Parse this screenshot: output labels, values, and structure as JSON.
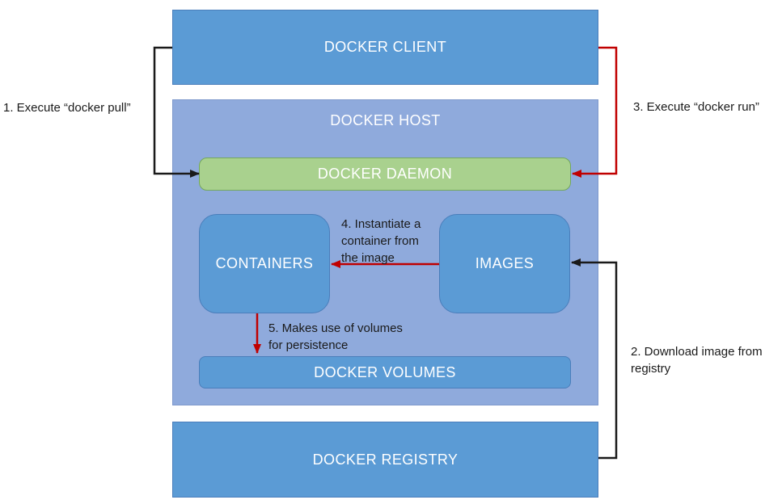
{
  "title": "Docker architecture diagram",
  "colors": {
    "page_bg": "#ffffff",
    "box_blue": "#5b9bd5",
    "box_blue_border": "#4a7ebb",
    "host_blue": "#8faadc",
    "host_blue_border": "#7e99cc",
    "daemon_green": "#a9d18e",
    "daemon_green_border": "#74a85c",
    "arrow_black": "#1a1a1a",
    "arrow_red": "#c00000",
    "box_label": "#ffffff",
    "annotation": "#1a1a1a"
  },
  "nodes": {
    "client": {
      "label": "DOCKER CLIENT"
    },
    "host": {
      "label": "DOCKER HOST"
    },
    "daemon": {
      "label": "DOCKER DAEMON"
    },
    "containers": {
      "label": "CONTAINERS"
    },
    "images": {
      "label": "IMAGES"
    },
    "volumes": {
      "label": "DOCKER VOLUMES"
    },
    "registry": {
      "label": "DOCKER REGISTRY"
    }
  },
  "annotations": {
    "step1": {
      "lines": [
        "1. Execute “docker pull”"
      ]
    },
    "step2": {
      "lines": [
        "2. Download image from",
        "registry"
      ]
    },
    "step3": {
      "lines": [
        "3. Execute “docker run”"
      ]
    },
    "step4": {
      "lines": [
        "4. Instantiate a",
        "container from",
        "the image"
      ]
    },
    "step5": {
      "lines": [
        "5. Makes use of volumes",
        "for persistence"
      ]
    }
  },
  "edges": [
    {
      "from": "client",
      "to": "daemon",
      "color": "black",
      "annotation": "1. Execute “docker pull”"
    },
    {
      "from": "registry",
      "to": "images",
      "color": "black",
      "annotation": "2. Download image from registry"
    },
    {
      "from": "client",
      "to": "daemon",
      "color": "red",
      "annotation": "3. Execute “docker run”"
    },
    {
      "from": "images",
      "to": "containers",
      "color": "red",
      "annotation": "4. Instantiate a container from the image"
    },
    {
      "from": "containers",
      "to": "volumes",
      "color": "red",
      "annotation": "5. Makes use of volumes for persistence"
    }
  ]
}
